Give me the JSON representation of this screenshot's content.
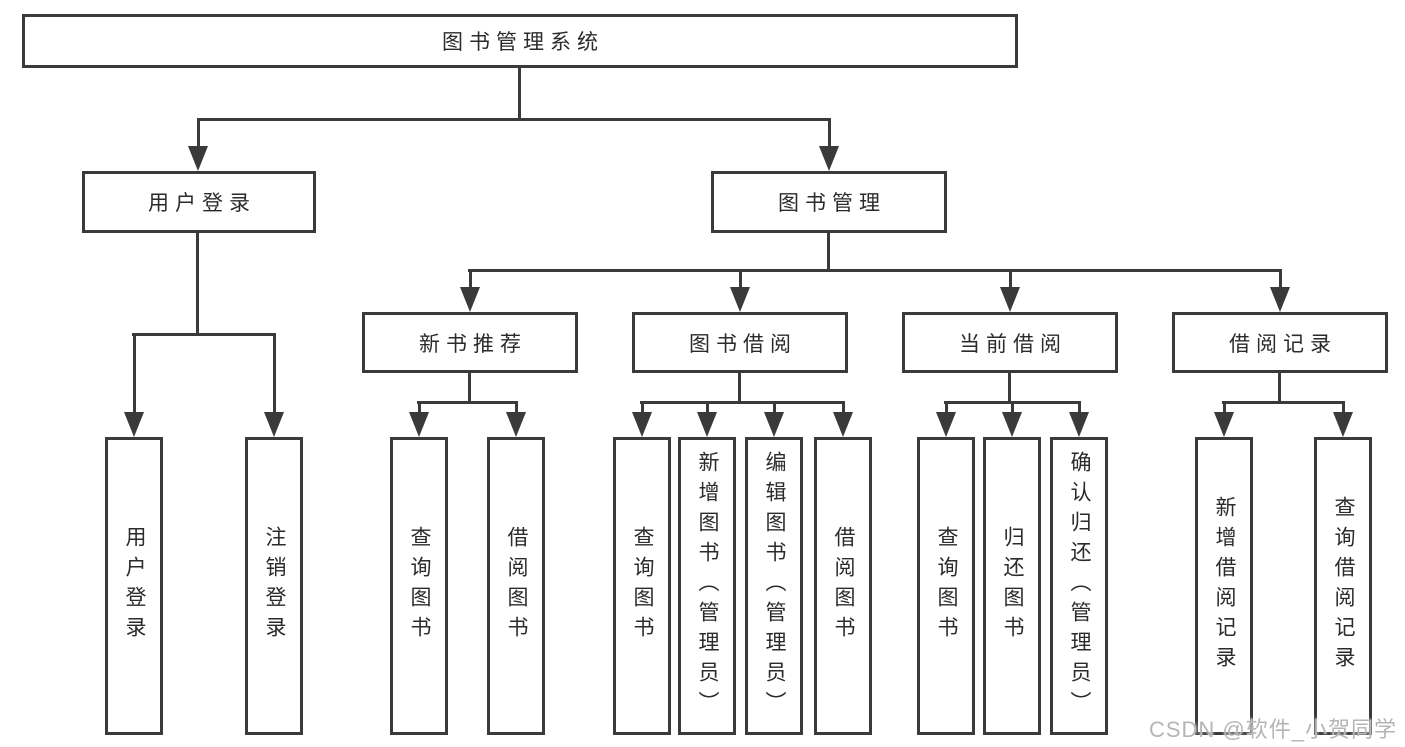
{
  "diagram": {
    "title": "图书管理系统",
    "nodes": {
      "root": "图书管理系统",
      "user_login": "用户登录",
      "book_mgmt": "图书管理",
      "new_books": "新书推荐",
      "book_borrow": "图书借阅",
      "current_borrow": "当前借阅",
      "borrow_records": "借阅记录"
    },
    "leaves": {
      "user_login": [
        "用户登录",
        "注销登录"
      ],
      "new_books": [
        "查询图书",
        "借阅图书"
      ],
      "book_borrow": [
        "查询图书",
        "新增图书（管理员）",
        "编辑图书（管理员）",
        "借阅图书"
      ],
      "current_borrow": [
        "查询图书",
        "归还图书",
        "确认归还（管理员）"
      ],
      "borrow_records": [
        "新增借阅记录",
        "查询借阅记录"
      ]
    },
    "colors": {
      "line": "#3a3a3a",
      "background": "#ffffff",
      "watermark": "#b5b5b5"
    }
  },
  "watermark": {
    "text": "CSDN @软件_小贺同学"
  }
}
